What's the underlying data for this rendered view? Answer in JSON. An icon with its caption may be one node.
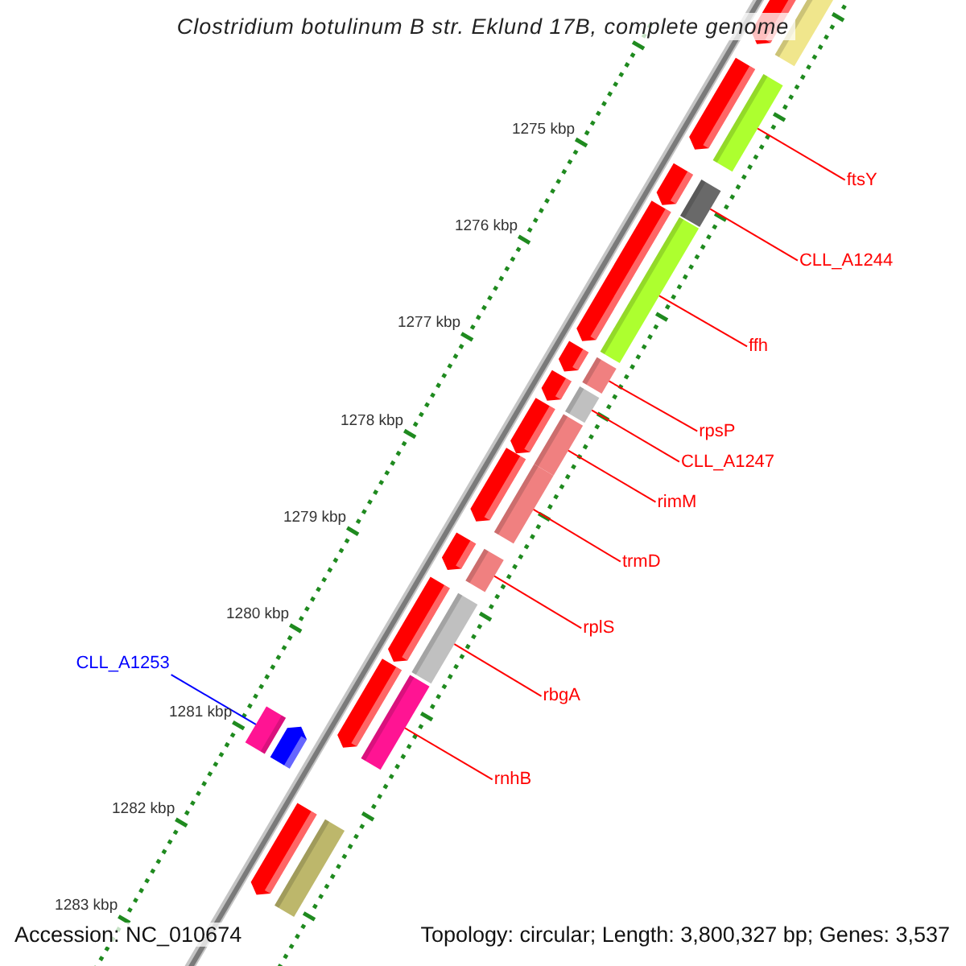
{
  "diagram": {
    "title": "Clostridium botulinum B str. Eklund 17B, complete genome",
    "nodes": [
      {
        "text": [
          "ftsY"
        ]
      },
      {
        "text": [
          "CLL_A1244"
        ]
      },
      {
        "text": [
          "ffh"
        ]
      },
      {
        "text": [
          "rpsP"
        ]
      },
      {
        "text": [
          "CLL_A1247"
        ]
      },
      {
        "text": [
          "rimM"
        ]
      },
      {
        "text": [
          "trmD"
        ]
      },
      {
        "text": [
          "rplS"
        ]
      },
      {
        "text": [
          "rbgA"
        ]
      },
      {
        "text": [
          "rnhB"
        ]
      },
      {
        "text": [
          "CLL_A1253"
        ]
      },
      {
        "text": [],
        "shape": "bar"
      },
      {
        "text": [],
        "shape": "bar"
      },
      {
        "text": [],
        "shape": "bar"
      },
      {
        "text": [],
        "shape": "bar"
      },
      {
        "text": [],
        "shape": "bar"
      },
      {
        "text": [],
        "shape": "bar"
      },
      {
        "text": [],
        "shape": "bar"
      },
      {
        "text": [],
        "shape": "bar"
      },
      {
        "text": [],
        "shape": "bar"
      },
      {
        "text": [],
        "shape": "bar"
      },
      {
        "text": [],
        "shape": "bar"
      },
      {
        "text": [],
        "shape": "bar"
      },
      {
        "text": [],
        "shape": "bar"
      }
    ],
    "edges": [
      {
        "from": 0,
        "to": 12,
        "arrow": "none"
      },
      {
        "from": 1,
        "to": 13,
        "arrow": "none"
      },
      {
        "from": 2,
        "to": 14,
        "arrow": "none"
      },
      {
        "from": 3,
        "to": 15,
        "arrow": "none"
      },
      {
        "from": 4,
        "to": 16,
        "arrow": "none"
      },
      {
        "from": 5,
        "to": 17,
        "arrow": "none"
      },
      {
        "from": 6,
        "to": 18,
        "arrow": "none"
      },
      {
        "from": 7,
        "to": 19,
        "arrow": "none"
      },
      {
        "from": 8,
        "to": 20,
        "arrow": "none"
      },
      {
        "from": 9,
        "to": 21,
        "arrow": "none"
      },
      {
        "from": 10,
        "to": 22,
        "arrow": "none",
        "color": "#0000ff"
      }
    ],
    "labels": [
      "1275 kbp",
      "1276 kbp",
      "1277 kbp",
      "1278 kbp",
      "1279 kbp",
      "1280 kbp",
      "1281 kbp",
      "1282 kbp",
      "1283 kbp",
      "Accession: NC_010674",
      "Topology: circular; Length: 3,800,327 bp; Genes: 3,537"
    ]
  }
}
